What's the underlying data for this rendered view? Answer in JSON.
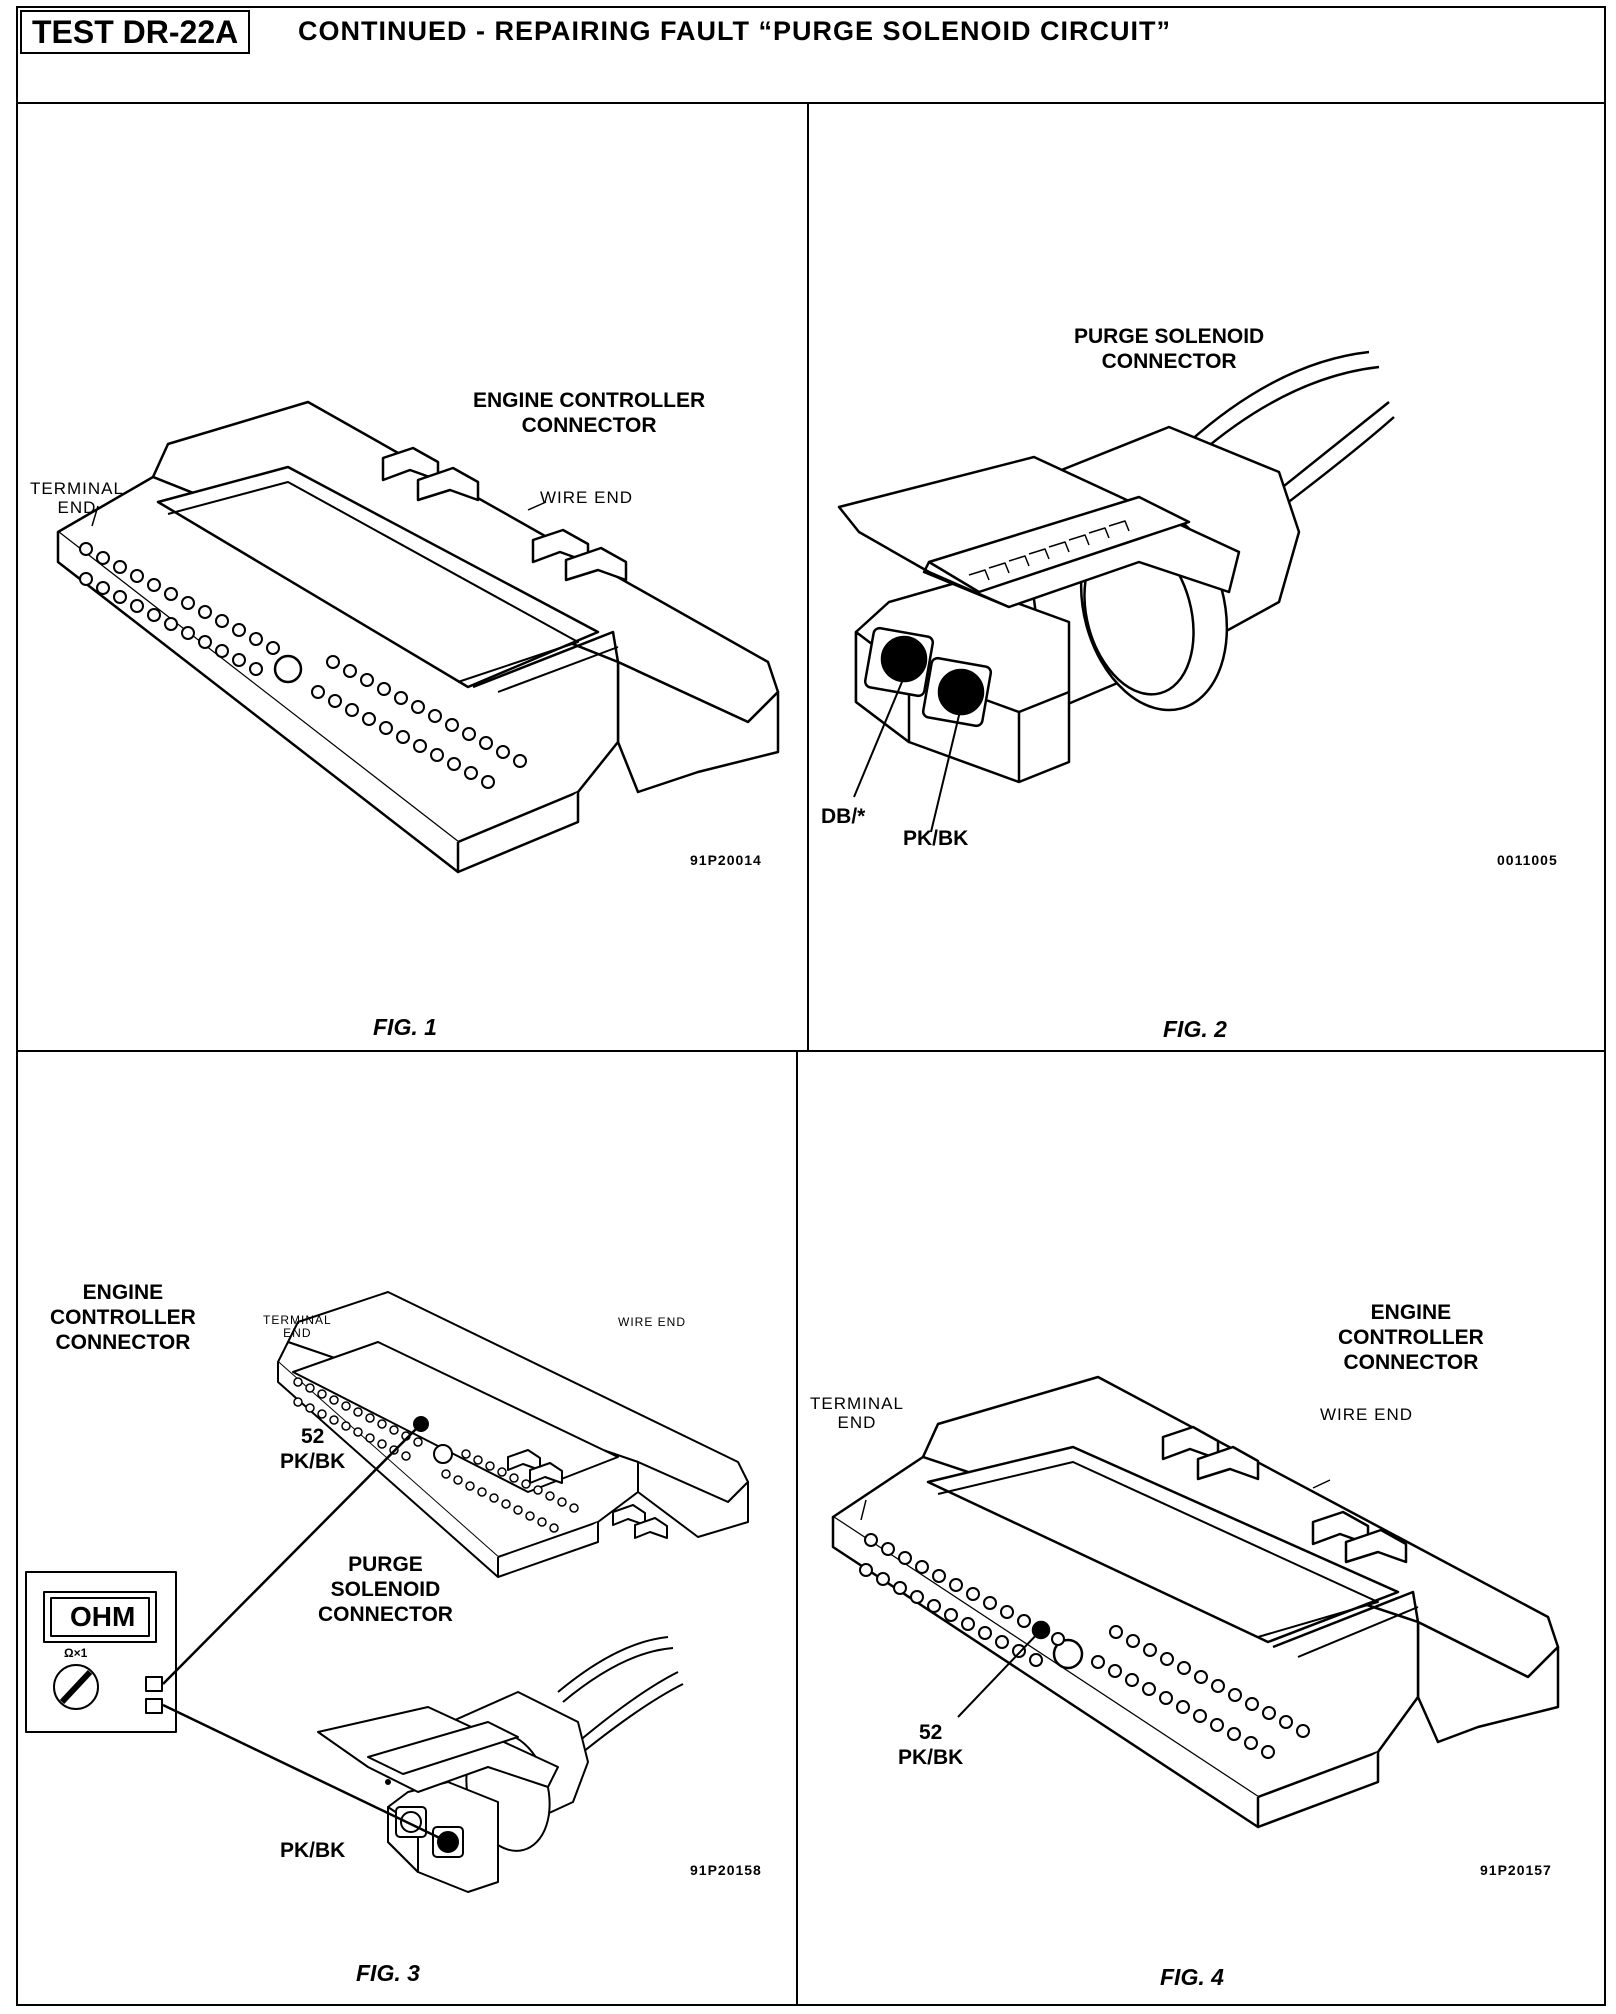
{
  "header": {
    "test_id": "TEST DR-22A",
    "title": "CONTINUED - REPAIRING FAULT “PURGE SOLENOID CIRCUIT”"
  },
  "fig1": {
    "connector_label": [
      "ENGINE CONTROLLER",
      "CONNECTOR"
    ],
    "terminal_end": [
      "TERMINAL",
      "END"
    ],
    "wire_end": "WIRE END",
    "code": "91P20014",
    "caption": "FIG. 1"
  },
  "fig2": {
    "connector_label": [
      "PURGE SOLENOID",
      "CONNECTOR"
    ],
    "wire_db": "DB/*",
    "wire_pk": "PK/BK",
    "code": "0011005",
    "caption": "FIG. 2"
  },
  "fig3": {
    "engine_label": [
      "ENGINE",
      "CONTROLLER",
      "CONNECTOR"
    ],
    "terminal_end": [
      "TERMINAL",
      "END"
    ],
    "wire_end": "WIRE END",
    "pin_number": "52",
    "pin_wire": "PK/BK",
    "purge_label": [
      "PURGE",
      "SOLENOID",
      "CONNECTOR"
    ],
    "meter_display": "OHM",
    "meter_range": "Ω×1",
    "purge_wire": "PK/BK",
    "code": "91P20158",
    "caption": "FIG. 3"
  },
  "fig4": {
    "connector_label": [
      "ENGINE",
      "CONTROLLER",
      "CONNECTOR"
    ],
    "terminal_end": [
      "TERMINAL",
      "END"
    ],
    "wire_end": "WIRE END",
    "pin_number": "52",
    "pin_wire": "PK/BK",
    "code": "91P20157",
    "caption": "FIG. 4"
  }
}
